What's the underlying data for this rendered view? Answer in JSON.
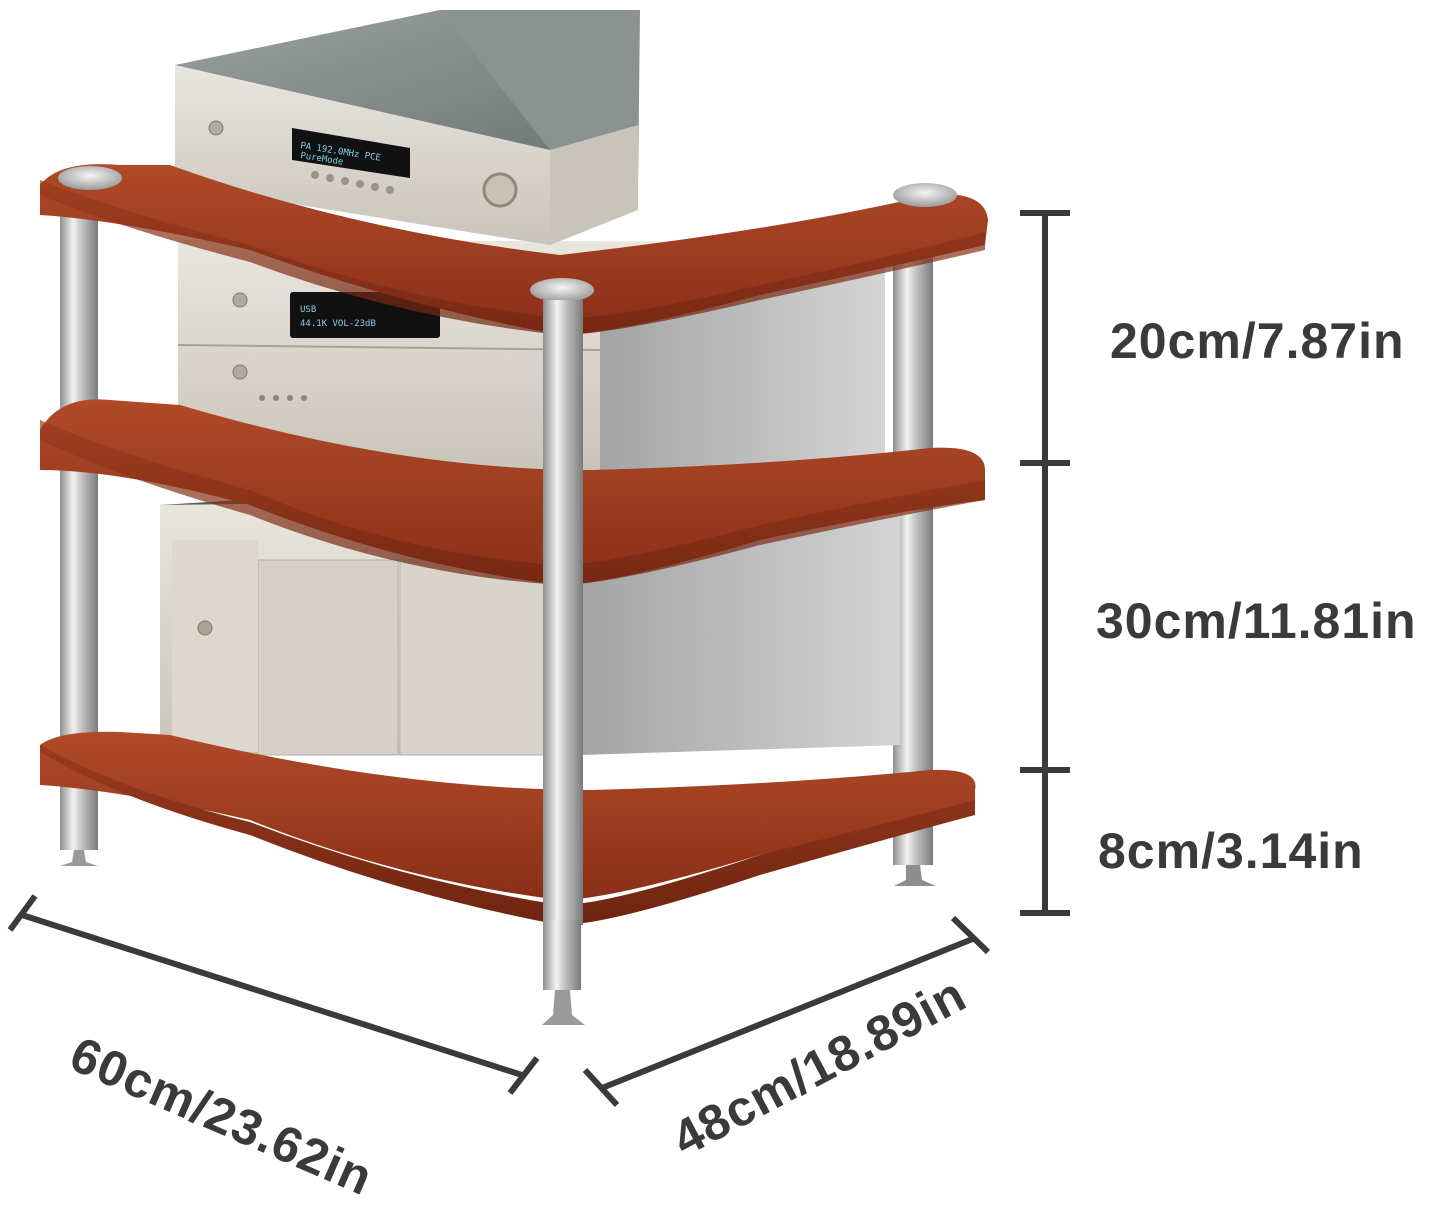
{
  "product": {
    "name": "3-tier audio equipment rack",
    "shelf_color": "#9b3a20",
    "pole_color": "#b8b8b8",
    "annotation_color": "#3a3a3a"
  },
  "dimensions": {
    "height_top": "20cm/7.87in",
    "height_middle": "30cm/11.81in",
    "height_bottom": "8cm/3.14in",
    "width": "60cm/23.62in",
    "depth": "48cm/18.89in"
  }
}
